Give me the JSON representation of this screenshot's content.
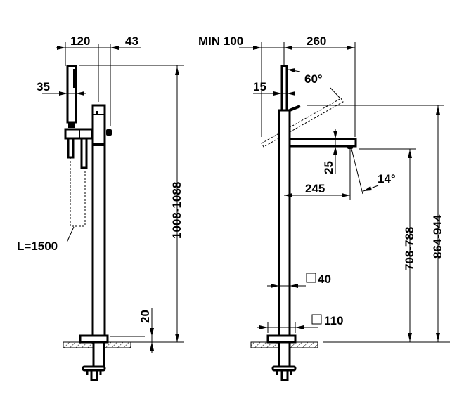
{
  "side_view": {
    "dims": {
      "handshower_offset": "120",
      "knob_depth": "43",
      "handshower_width": "35",
      "hose_length": "L=1500",
      "total_height": "1008-1088",
      "flange_height": "20"
    }
  },
  "front_view": {
    "dims": {
      "min_wall": "MIN 100",
      "spout_reach": "260",
      "lever_angle": "60°",
      "lever_width": "15",
      "spout_height": "25",
      "spout_projection": "245",
      "spout_angle": "14°",
      "outlet_height": "708-788",
      "lever_height": "864-944",
      "pipe_section": "40",
      "base_section": "110"
    }
  }
}
